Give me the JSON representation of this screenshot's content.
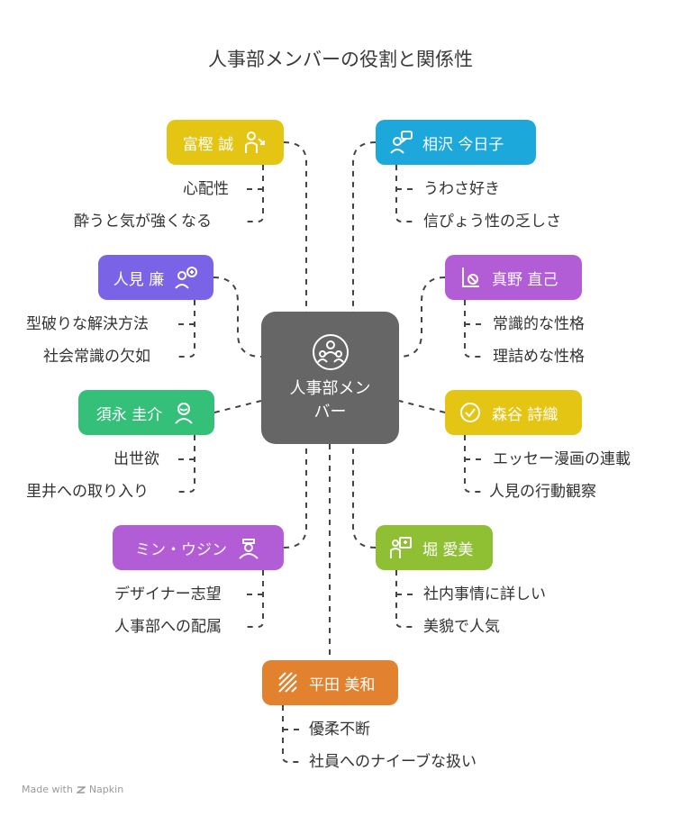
{
  "title": "人事部メンバーの役割と関係性",
  "center": {
    "line1": "人事部メン",
    "line2": "バー"
  },
  "members": {
    "tomigashi": {
      "name": "富樫 誠",
      "color": "#E4C514",
      "traits": [
        "心配性",
        "酔うと気が強くなる"
      ]
    },
    "aizawa": {
      "name": "相沢 今日子",
      "color": "#1DA8DC",
      "traits": [
        "うわさ好き",
        "信ぴょう性の乏しさ"
      ]
    },
    "hitomi": {
      "name": "人見 廉",
      "color": "#7B63E8",
      "traits": [
        "型破りな解決方法",
        "社会常識の欠如"
      ]
    },
    "mano": {
      "name": "真野 直己",
      "color": "#B25CD6",
      "traits": [
        "常識的な性格",
        "理詰めな性格"
      ]
    },
    "suga": {
      "name": "須永 圭介",
      "color": "#35C07A",
      "traits": [
        "出世欲",
        "里井への取り入り"
      ]
    },
    "moriya": {
      "name": "森谷 詩織",
      "color": "#E4C514",
      "traits": [
        "エッセー漫画の連載",
        "人見の行動観察"
      ]
    },
    "min": {
      "name": "ミン・ウジン",
      "color": "#B25CD6",
      "traits": [
        "デザイナー志望",
        "人事部への配属"
      ]
    },
    "hori": {
      "name": "堀 愛美",
      "color": "#8FBF32",
      "traits": [
        "社内事情に詳しい",
        "美貌で人気"
      ]
    },
    "hirata": {
      "name": "平田 美和",
      "color": "#E2812E",
      "traits": [
        "優柔不断",
        "社員へのナイーブな扱い"
      ]
    }
  },
  "footer": {
    "made_with": "Made with",
    "brand": "Napkin"
  }
}
